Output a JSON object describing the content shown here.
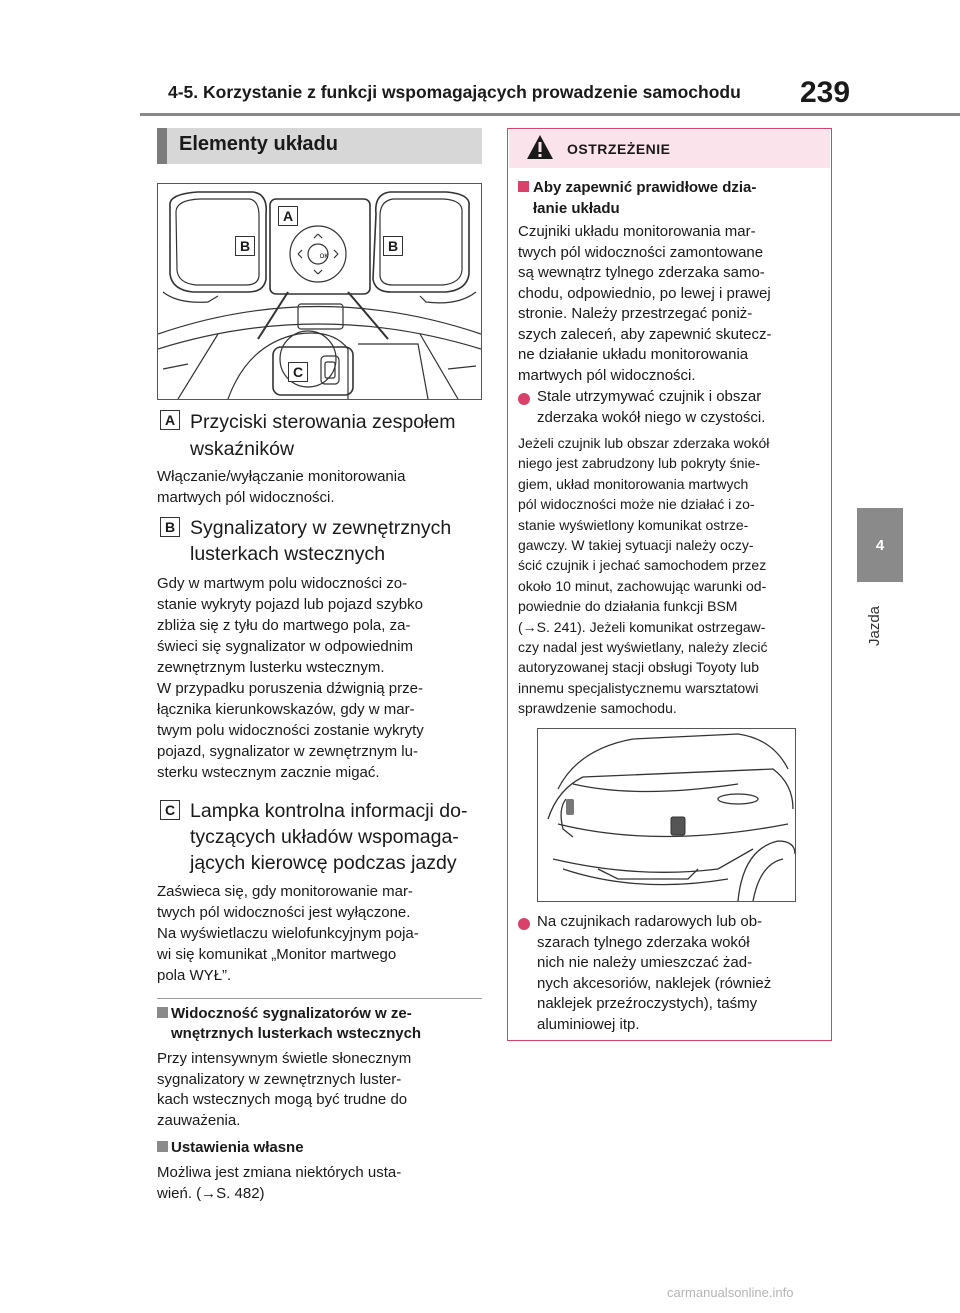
{
  "header": {
    "title": "4-5. Korzystanie z funkcji wspomagających prowadzenie samochodu",
    "page_number": "239"
  },
  "side_tab": {
    "number": "4",
    "label": "Jazda"
  },
  "section": {
    "title": "Elementy układu"
  },
  "diagram": {
    "labels": [
      "A",
      "B",
      "B",
      "C"
    ]
  },
  "items": [
    {
      "letter": "A",
      "title_line1": "Przyciski sterowania zespołem",
      "title_line2": "wskaźników",
      "body": [
        "Włączanie/wyłączanie monitorowania",
        "martwych pól widoczności."
      ]
    },
    {
      "letter": "B",
      "title_line1": "Sygnalizatory w zewnętrznych",
      "title_line2": "lusterkach wstecznych",
      "body": [
        "Gdy w martwym polu widoczności zo-",
        "stanie wykryty pojazd lub pojazd szybko",
        "zbliża się z tyłu do martwego pola, za-",
        "świeci się sygnalizator w odpowiednim",
        "zewnętrznym lusterku wstecznym.",
        "W przypadku poruszenia dźwignią prze-",
        "łącznika kierunkowskazów, gdy w mar-",
        "twym polu widoczności zostanie wykryty",
        "pojazd, sygnalizator w zewnętrznym lu-",
        "sterku wstecznym zacznie migać."
      ]
    },
    {
      "letter": "C",
      "title_line1": "Lampka kontrolna informacji do-",
      "title_line2": "tyczących układów wspomaga-",
      "title_line3": "jących kierowcę podczas jazdy",
      "body": [
        "Zaświeca się, gdy monitorowanie mar-",
        "twych pól widoczności jest wyłączone.",
        "Na wyświetlaczu wielofunkcyjnym poja-",
        "wi się komunikat „Monitor martwego",
        "pola WYŁ”."
      ]
    }
  ],
  "notes": [
    {
      "title_line1": "Widoczność sygnalizatorów w ze-",
      "title_line2": "wnętrznych lusterkach wstecznych",
      "body": [
        "Przy intensywnym świetle słonecznym",
        "sygnalizatory w zewnętrznych luster-",
        "kach wstecznych mogą być trudne do",
        "zauważenia."
      ]
    },
    {
      "title_line1": "Ustawienia własne",
      "body": [
        "Możliwa jest zmiana niektórych usta-",
        "wień. (→S. 482)"
      ]
    }
  ],
  "warning": {
    "title": "OSTRZEŻENIE",
    "sub_title_line1": "Aby zapewnić prawidłowe dzia-",
    "sub_title_line2": "łanie układu",
    "intro": [
      "Czujniki układu monitorowania mar-",
      "twych pól widoczności zamontowane",
      "są wewnątrz tylnego zderzaka samo-",
      "chodu, odpowiednio, po lewej i prawej",
      "stronie. Należy przestrzegać poniż-",
      "szych zaleceń, aby zapewnić skutecz-",
      "ne działanie układu monitorowania",
      "martwych pól widoczności."
    ],
    "bullet1": [
      "Stale utrzymywać czujnik i obszar",
      "zderzaka wokół niego w czystości."
    ],
    "para": [
      "Jeżeli czujnik lub obszar zderzaka wokół",
      "niego jest zabrudzony lub pokryty śnie-",
      "giem, układ monitorowania martwych",
      "pól widoczności może nie działać i zo-",
      "stanie wyświetlony komunikat ostrze-",
      "gawczy. W takiej sytuacji należy oczy-",
      "ścić czujnik i jechać samochodem przez",
      "około 10 minut, zachowując warunki od-",
      "powiednie do działania funkcji BSM",
      "(→S. 241). Jeżeli komunikat ostrzegaw-",
      "czy nadal jest wyświetlany, należy zlecić",
      "autoryzowanej stacji obsługi Toyoty lub",
      "innemu specjalistycznemu warsztatowi",
      "sprawdzenie samochodu."
    ],
    "bullet2": [
      "Na czujnikach radarowych lub ob-",
      "szarach tylnego zderzaka wokół",
      "nich nie należy umieszczać żad-",
      "nych akcesoriów, naklejek (również",
      "naklejek przeźroczystych), taśmy",
      "aluminiowej itp."
    ]
  },
  "watermark": "carmanualsonline.info"
}
